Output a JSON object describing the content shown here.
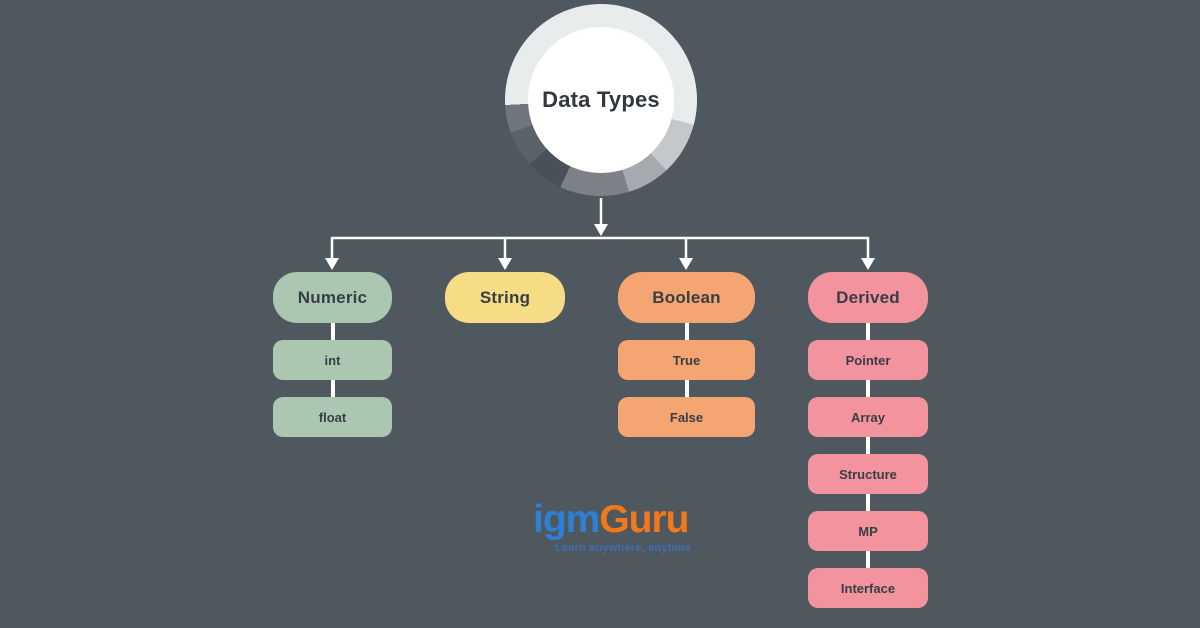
{
  "canvas": {
    "background": "#4f575f"
  },
  "root": {
    "label": "Data Types",
    "center_color": "#ffffff",
    "label_color": "#33383e",
    "ring_segments": [
      {
        "color": "#e9eced",
        "from": 0,
        "to": 105
      },
      {
        "color": "#c5c8cb",
        "from": 105,
        "to": 137
      },
      {
        "color": "#a6aaae",
        "from": 137,
        "to": 163
      },
      {
        "color": "#7b8187",
        "from": 163,
        "to": 205
      },
      {
        "color": "#495058",
        "from": 205,
        "to": 228
      },
      {
        "color": "#5b6269",
        "from": 228,
        "to": 250
      },
      {
        "color": "#70767d",
        "from": 250,
        "to": 267
      },
      {
        "color": "#e9eced",
        "from": 267,
        "to": 360
      }
    ]
  },
  "connectors": {
    "color": "#ffffff"
  },
  "columns": [
    {
      "label": "Numeric",
      "color": "#abc7b1",
      "children": [
        "int",
        "float"
      ]
    },
    {
      "label": "String",
      "color": "#f6dc85",
      "children": []
    },
    {
      "label": "Boolean",
      "color": "#f4a571",
      "children": [
        "True",
        "False"
      ]
    },
    {
      "label": "Derived",
      "color": "#f3939d",
      "children": [
        "Pointer",
        "Array",
        "Structure",
        "MP",
        "Interface"
      ]
    }
  ],
  "logo": {
    "prefix": "igm",
    "prefix_color": "#2e80d4",
    "suffix": "Guru",
    "suffix_color": "#f2781b",
    "tagline": "Learn anywhere, anytime",
    "tagline_color": "#3f6fae"
  }
}
